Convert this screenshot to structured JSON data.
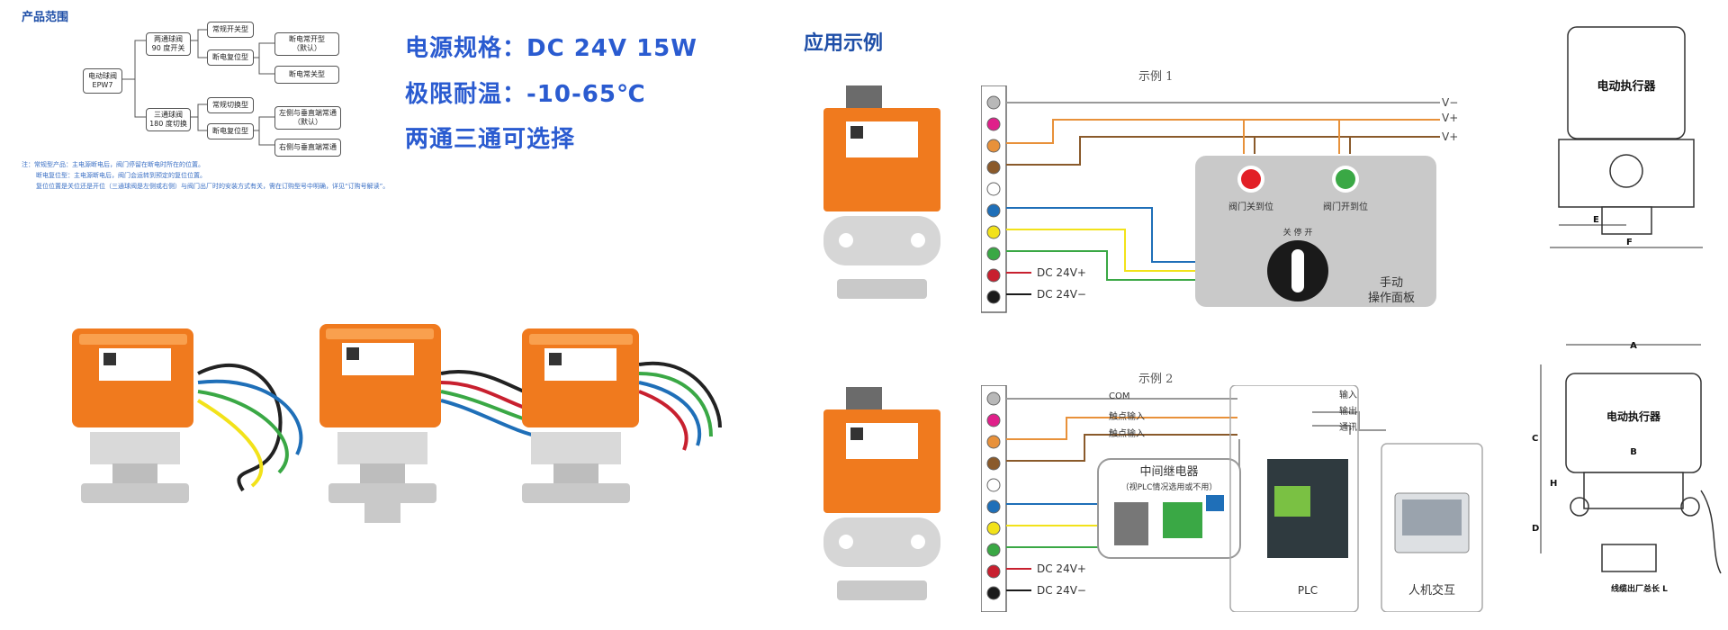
{
  "left": {
    "section_title": "产品范围",
    "tree": {
      "root": [
        "电动球阀",
        "EPW7"
      ],
      "branch1": [
        "两通球阀",
        "90 度开关"
      ],
      "branch2": [
        "三通球阀",
        "180 度切换"
      ],
      "b1_leaf1": "常规开关型",
      "b1_leaf2": "断电复位型",
      "b1_sub1": [
        "断电常开型",
        "（默认）"
      ],
      "b1_sub2": "断电常关型",
      "b2_leaf1": "常规切换型",
      "b2_leaf2": "断电复位型",
      "b2_sub1": [
        "左侧与垂直端常通",
        "（默认）"
      ],
      "b2_sub2": "右侧与垂直端常通"
    },
    "notes": [
      "注：常规型产品：主电源断电后，阀门停留在断电时所在的位置。",
      "断电复位型：主电源断电后，阀门会运转到预定的复位位置。",
      "复位位置是关位还是开位（三通球阀是左侧或右侧）与阀门出厂时的安装方式有关，需在订购型号中明确，详见“订购号解读”。"
    ],
    "specs": {
      "power": "电源规格：DC 24V 15W",
      "temp": "极限耐温：-10-65℃",
      "option": "两通三通可选择"
    }
  },
  "right": {
    "section_title": "应用示例",
    "example1": {
      "title": "示例 1",
      "v_labels": [
        "V−",
        "V+",
        "V+"
      ],
      "dc_plus": "DC 24V+",
      "dc_minus": "DC 24V−",
      "close_label": "阀门关到位",
      "open_label": "阀门开到位",
      "switch_marks": "关  停  开",
      "panel_label": [
        "手动",
        "操作面板"
      ]
    },
    "example2": {
      "title": "示例 2",
      "com": "COM",
      "contact1": "触点输入",
      "contact2": "触点输入",
      "io": [
        "输入",
        "输出",
        "通讯"
      ],
      "relay_title": "中间继电器",
      "relay_sub": "（视PLC情况选用或不用）",
      "plc": "PLC",
      "hmi": "人机交互",
      "dc_plus": "DC 24V+",
      "dc_minus": "DC 24V−"
    },
    "dimension_top": {
      "actuator": "电动执行器",
      "e": "E",
      "f": "F"
    },
    "dimension_bottom": {
      "actuator": "电动执行器",
      "a": "A",
      "b": "B",
      "c": "C",
      "d": "D",
      "h": "H",
      "cable": "线缆出厂总长 L"
    },
    "wire_colors": [
      "#b8b8b8",
      "#e0208a",
      "#e8913a",
      "#8a5a2b",
      "#ffffff",
      "#1f6fb8",
      "#f2e21a",
      "#3aa845",
      "#c8202f",
      "#1a1a1a"
    ]
  }
}
